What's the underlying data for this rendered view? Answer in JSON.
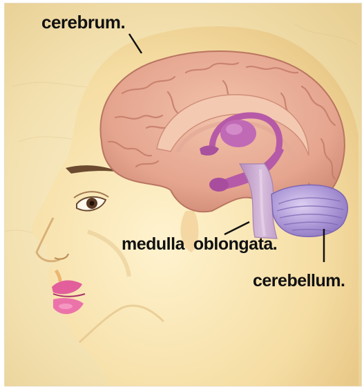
{
  "diagram": {
    "labels": {
      "cerebrum": "cerebrum.",
      "medulla_oblongata": "medulla  oblongata.",
      "cerebellum": "cerebellum."
    },
    "colors": {
      "background_paper": "#f3e2b4",
      "skin": "#f5dfaa",
      "brain": "#e8aa94",
      "brain_fold": "#c87b68",
      "limbic": "#b55aa8",
      "cerebellum": "#a892d2",
      "brainstem": "#c9a6cf",
      "lips": "#e0609a",
      "leader_line": "#111111"
    }
  }
}
